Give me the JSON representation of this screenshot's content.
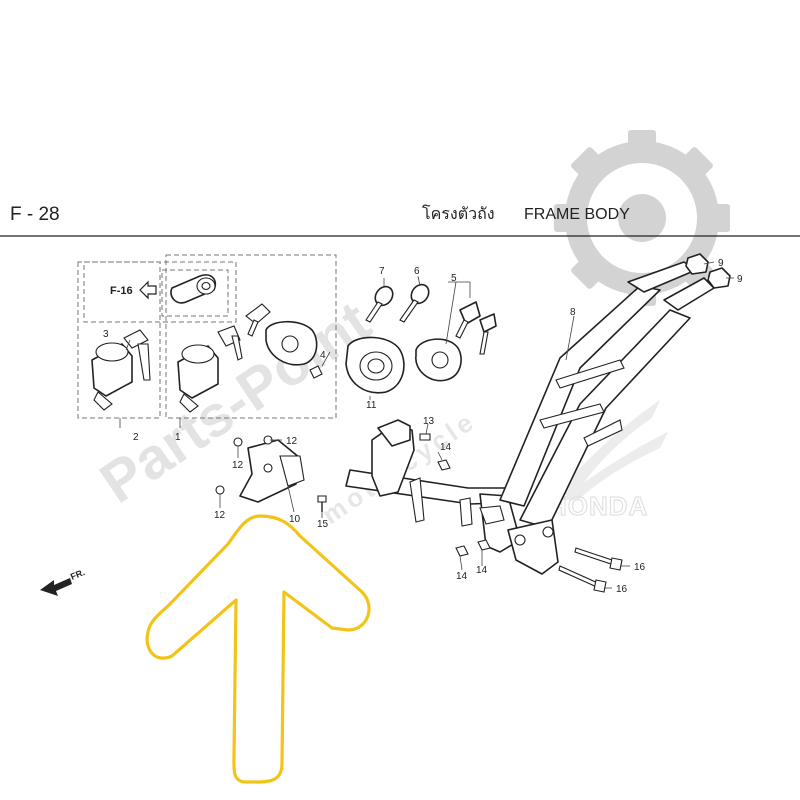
{
  "header": {
    "code": "F - 28",
    "title_thai": "โครงตัวถัง",
    "title_en": "FRAME BODY"
  },
  "reference": {
    "label": "F-16"
  },
  "direction": {
    "label": "FR."
  },
  "watermark": {
    "brand": "Parts-Point",
    "sub": "motorcycle",
    "logo_text": "HONDA",
    "icon": "gear-icon"
  },
  "callouts": [
    {
      "id": "c1",
      "text": "1"
    },
    {
      "id": "c2",
      "text": "2"
    },
    {
      "id": "c3",
      "text": "3"
    },
    {
      "id": "c4",
      "text": "4"
    },
    {
      "id": "c5",
      "text": "5"
    },
    {
      "id": "c6",
      "text": "6"
    },
    {
      "id": "c7",
      "text": "7"
    },
    {
      "id": "c8",
      "text": "8"
    },
    {
      "id": "c9a",
      "text": "9"
    },
    {
      "id": "c9b",
      "text": "9"
    },
    {
      "id": "c10",
      "text": "10"
    },
    {
      "id": "c11",
      "text": "11"
    },
    {
      "id": "c12a",
      "text": "12"
    },
    {
      "id": "c12b",
      "text": "12"
    },
    {
      "id": "c12c",
      "text": "12"
    },
    {
      "id": "c13",
      "text": "13"
    },
    {
      "id": "c14a",
      "text": "14"
    },
    {
      "id": "c14b",
      "text": "14"
    },
    {
      "id": "c14c",
      "text": "14"
    },
    {
      "id": "c15",
      "text": "15"
    },
    {
      "id": "c16a",
      "text": "16"
    },
    {
      "id": "c16b",
      "text": "16"
    }
  ],
  "highlight": {
    "color": "#f2c318",
    "icon": "arrow-up-icon"
  },
  "colors": {
    "line": "#222222",
    "watermark": "#d9d9d9"
  }
}
